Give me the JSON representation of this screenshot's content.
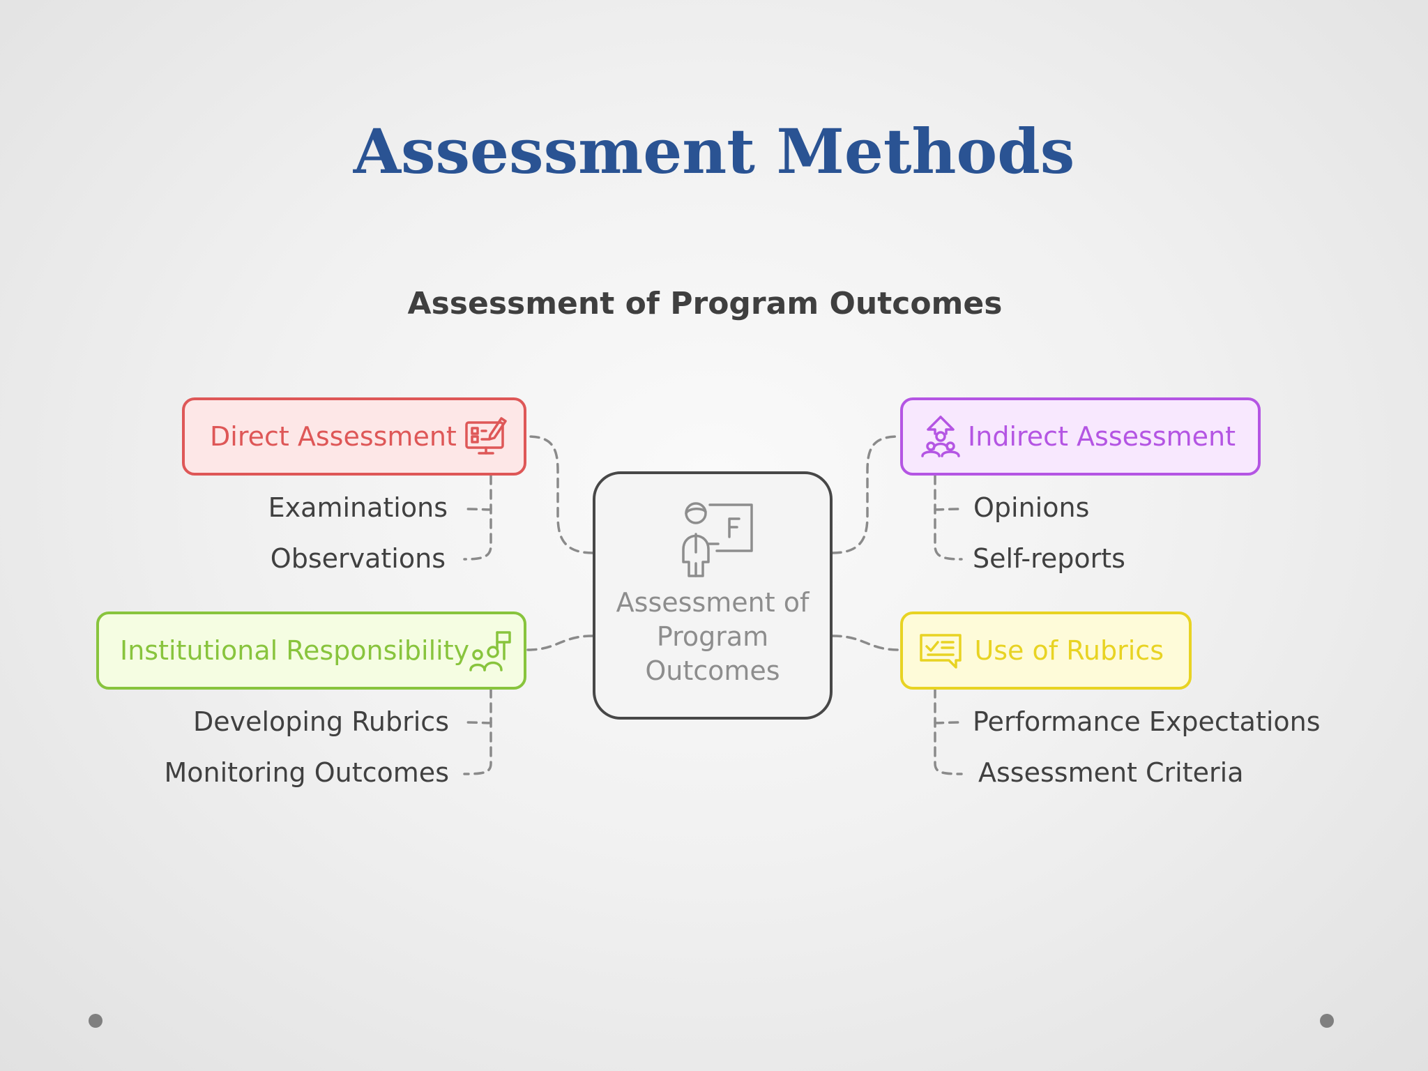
{
  "slide": {
    "title": "Assessment Methods"
  },
  "diagram": {
    "title": "Assessment of Program Outcomes",
    "center": {
      "label": "Assessment of Program Outcomes",
      "icon": "teacher-board-icon"
    },
    "branches": {
      "direct": {
        "label": "Direct Assessment",
        "icon": "monitor-pencil-icon",
        "color": "#de5757",
        "fill": "#fde7e7",
        "items": [
          "Examinations",
          "Observations"
        ]
      },
      "indirect": {
        "label": "Indirect Assessment",
        "icon": "people-growth-icon",
        "color": "#b455e3",
        "fill": "#f8e8fe",
        "items": [
          "Opinions",
          "Self-reports"
        ]
      },
      "institutional": {
        "label": "Institutional Responsibility",
        "icon": "people-flag-icon",
        "color": "#88c43d",
        "fill": "#f5fde2",
        "items": [
          "Developing Rubrics",
          "Monitoring Outcomes"
        ]
      },
      "rubrics": {
        "label": "Use of Rubrics",
        "icon": "checklist-chat-icon",
        "color": "#e8d323",
        "fill": "#fefbd9",
        "items": [
          "Performance Expectations",
          "Assessment Criteria"
        ]
      }
    }
  }
}
